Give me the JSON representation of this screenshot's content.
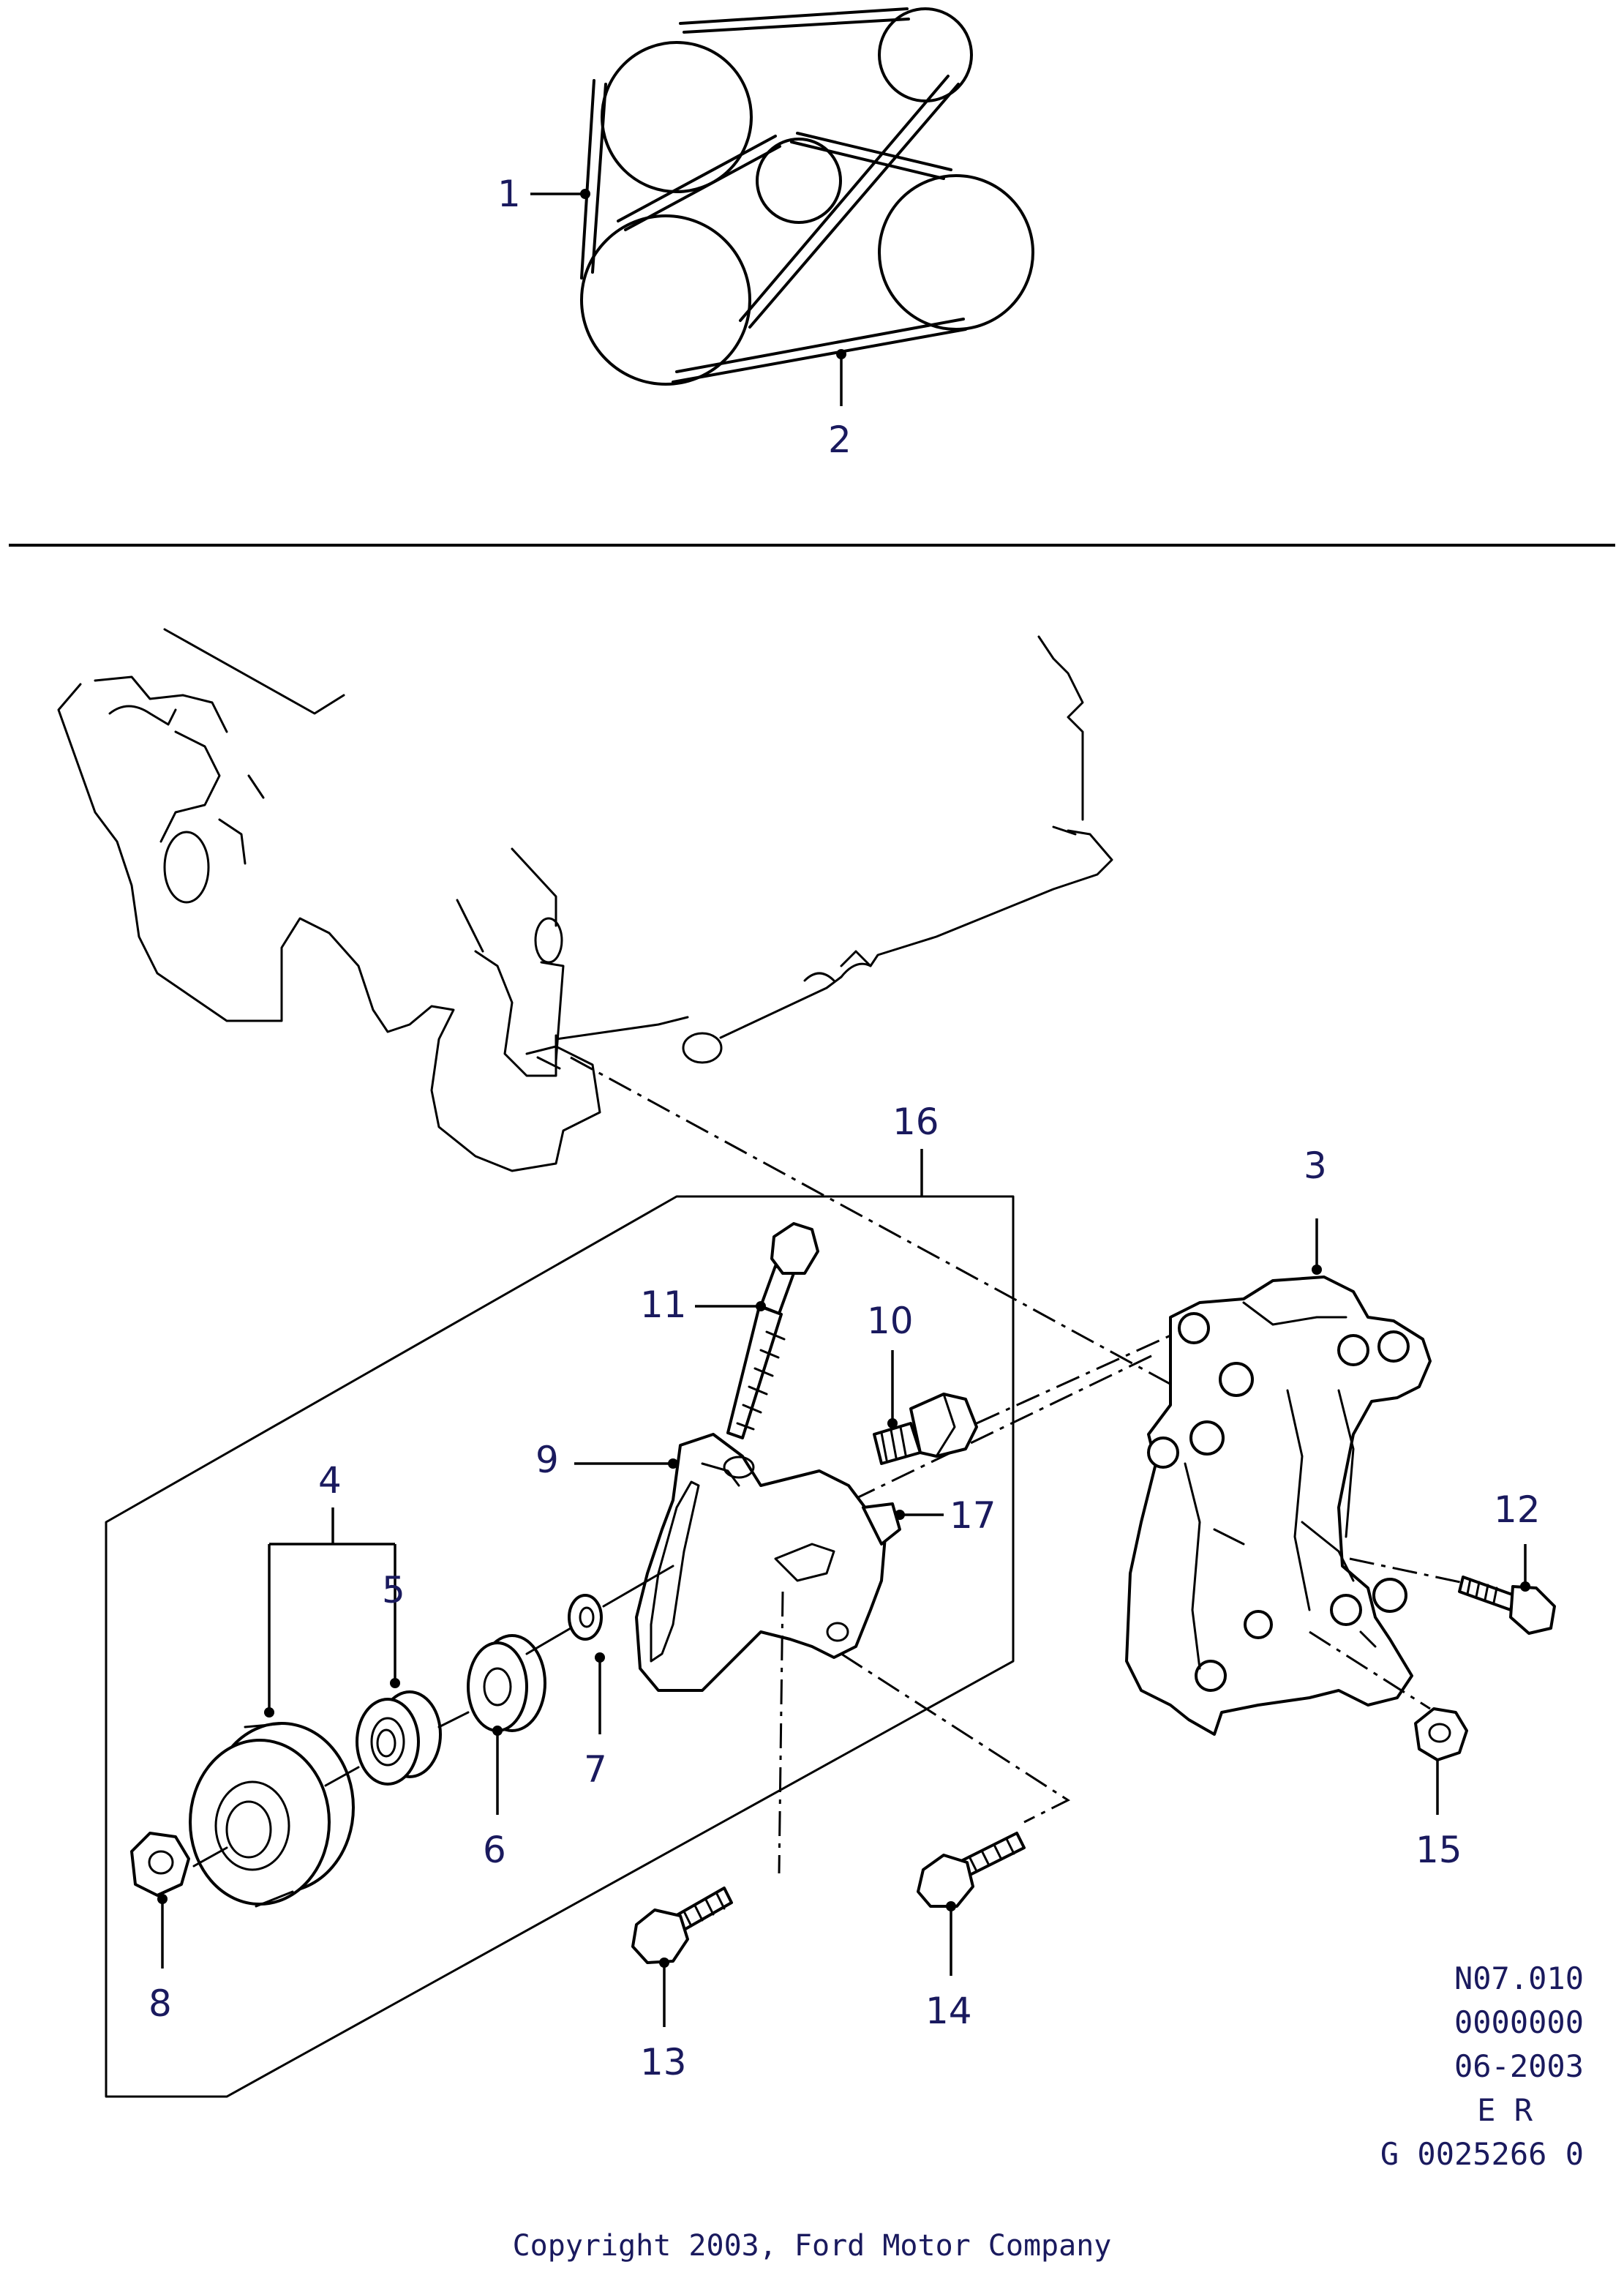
{
  "callouts": {
    "c1": "1",
    "c2": "2",
    "c3": "3",
    "c4": "4",
    "c5": "5",
    "c6": "6",
    "c7": "7",
    "c8": "8",
    "c9": "9",
    "c10": "10",
    "c11": "11",
    "c12": "12",
    "c13": "13",
    "c14": "14",
    "c15": "15",
    "c16": "16",
    "c17": "17"
  },
  "reference_block": {
    "line1": "N07.010",
    "line2": "0000000",
    "line3": "06-2003",
    "line4": "E R",
    "line5": "G 0025266 0"
  },
  "copyright": "Copyright 2003, Ford Motor Company"
}
